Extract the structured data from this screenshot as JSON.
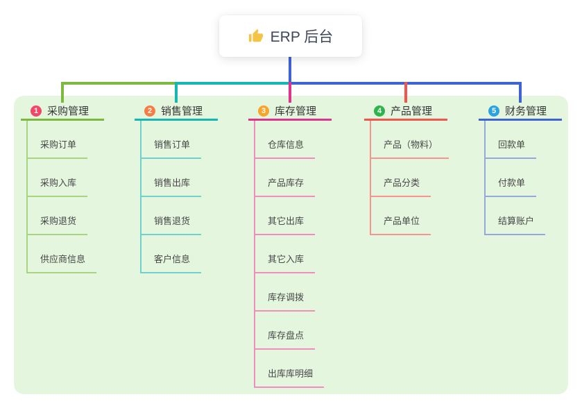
{
  "root": {
    "label": "ERP 后台",
    "icon": "thumbs-up"
  },
  "branches": [
    {
      "num": "1",
      "title": "采购管理",
      "badge_color": "#F44766",
      "line_color": "#7CBA3F",
      "child_line_color": "#A8D47D",
      "children": [
        "采购订单",
        "采购入库",
        "采购退货",
        "供应商信息"
      ]
    },
    {
      "num": "2",
      "title": "销售管理",
      "badge_color": "#F87C45",
      "line_color": "#14B8B1",
      "child_line_color": "#6FD1CB",
      "children": [
        "销售订单",
        "销售出库",
        "销售退货",
        "客户信息"
      ]
    },
    {
      "num": "3",
      "title": "库存管理",
      "badge_color": "#F7A62A",
      "line_color": "#E0348C",
      "child_line_color": "#F28CBE",
      "children": [
        "仓库信息",
        "产品库存",
        "其它出库",
        "其它入库",
        "库存调拨",
        "库存盘点",
        "出库库明细"
      ]
    },
    {
      "num": "4",
      "title": "产品管理",
      "badge_color": "#2DB44D",
      "line_color": "#F4544C",
      "child_line_color": "#F9938E",
      "children": [
        "产品（物料）",
        "产品分类",
        "产品单位"
      ]
    },
    {
      "num": "5",
      "title": "财务管理",
      "badge_color": "#2BA3E0",
      "line_color": "#3E63D4",
      "child_line_color": "#93A9DE",
      "children": [
        "回款单",
        "付款单",
        "结算账户"
      ]
    }
  ],
  "colors": {
    "panel_bg": "#E5F6DF",
    "root_line": "#3E63D4",
    "root_text": "#3E4757",
    "icon_fill": "#F6C445"
  }
}
